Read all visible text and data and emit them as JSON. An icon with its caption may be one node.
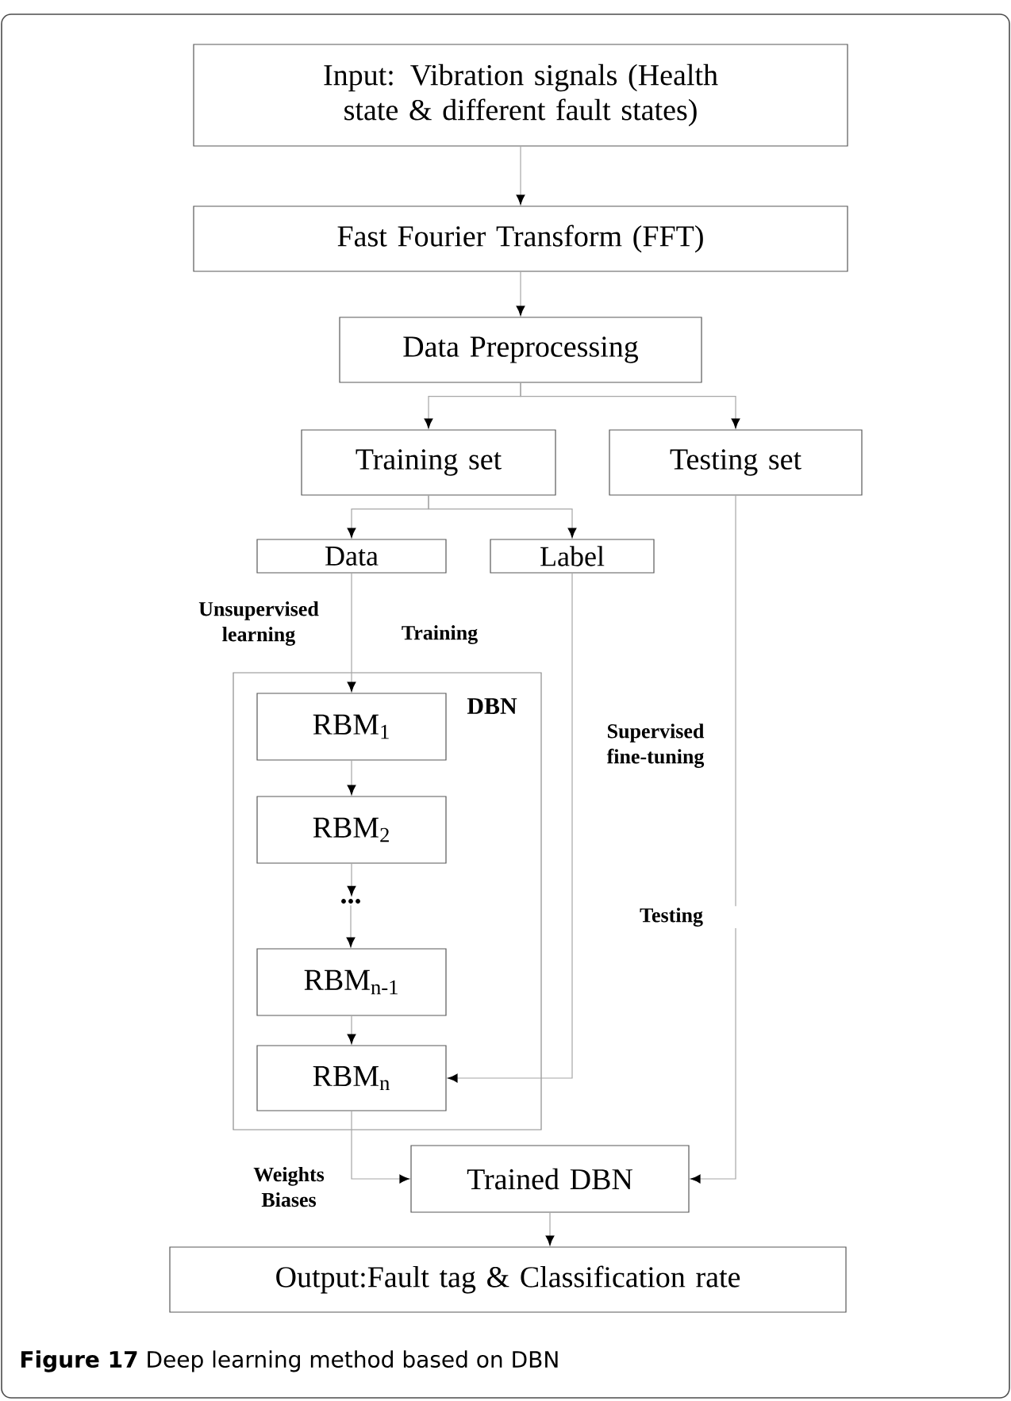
{
  "diagram": {
    "caption": "**Figure 17** Deep learning method based on DBN",
    "nodes": [
      {
        "text": [
          "Input: Vibration signals (Health state & different fault states)"
        ]
      },
      {
        "text": [
          "Fast Fourier Transform (FFT)"
        ]
      },
      {
        "text": [
          "Data Preprocessing"
        ]
      },
      {
        "text": [
          "Training set"
        ]
      },
      {
        "text": [
          "Testing set"
        ]
      },
      {
        "text": [
          "Data"
        ]
      },
      {
        "text": [
          "Label"
        ]
      },
      {
        "text": [
          "DBN"
        ]
      },
      {
        "text": [
          "RBM$_{1}$"
        ],
        "in": 7
      },
      {
        "text": [
          "RBM$_{2}$"
        ],
        "in": 7
      },
      {
        "text": [
          "..."
        ],
        "in": 7
      },
      {
        "text": [
          "RBM$_{n-1}$"
        ],
        "in": 7
      },
      {
        "text": [
          "RBM$_{n}$"
        ],
        "in": 7
      },
      {
        "text": [
          "Trained DBN"
        ]
      },
      {
        "text": [
          "Output:Fault tag & Classification rate"
        ]
      }
    ],
    "edges": [
      {
        "from": 0,
        "to": 1,
        "arrow": "to"
      },
      {
        "from": 1,
        "to": 2,
        "arrow": "to"
      },
      {
        "from": 2,
        "to": 3,
        "arrow": "to"
      },
      {
        "from": 2,
        "to": 4,
        "arrow": "to"
      },
      {
        "from": 3,
        "to": 5,
        "arrow": "to"
      },
      {
        "from": 3,
        "to": 6,
        "arrow": "to"
      },
      {
        "from": 5,
        "to": 8,
        "arrow": "to",
        "label": "Unsupervised learning"
      },
      {
        "from": 8,
        "to": 9,
        "arrow": "to"
      },
      {
        "from": 9,
        "to": 10,
        "arrow": "to"
      },
      {
        "from": 10,
        "to": 11,
        "arrow": "to"
      },
      {
        "from": 11,
        "to": 12,
        "arrow": "to"
      },
      {
        "from": 6,
        "to": 12,
        "arrow": "to",
        "label": "Supervised fine-tuning"
      },
      {
        "from": 12,
        "to": 13,
        "arrow": "to",
        "label": "Weights Biases"
      },
      {
        "from": 4,
        "to": 13,
        "arrow": "to",
        "label": "Testing"
      },
      {
        "from": 13,
        "to": 14,
        "arrow": "to"
      }
    ],
    "labels": [
      "Training"
    ]
  }
}
